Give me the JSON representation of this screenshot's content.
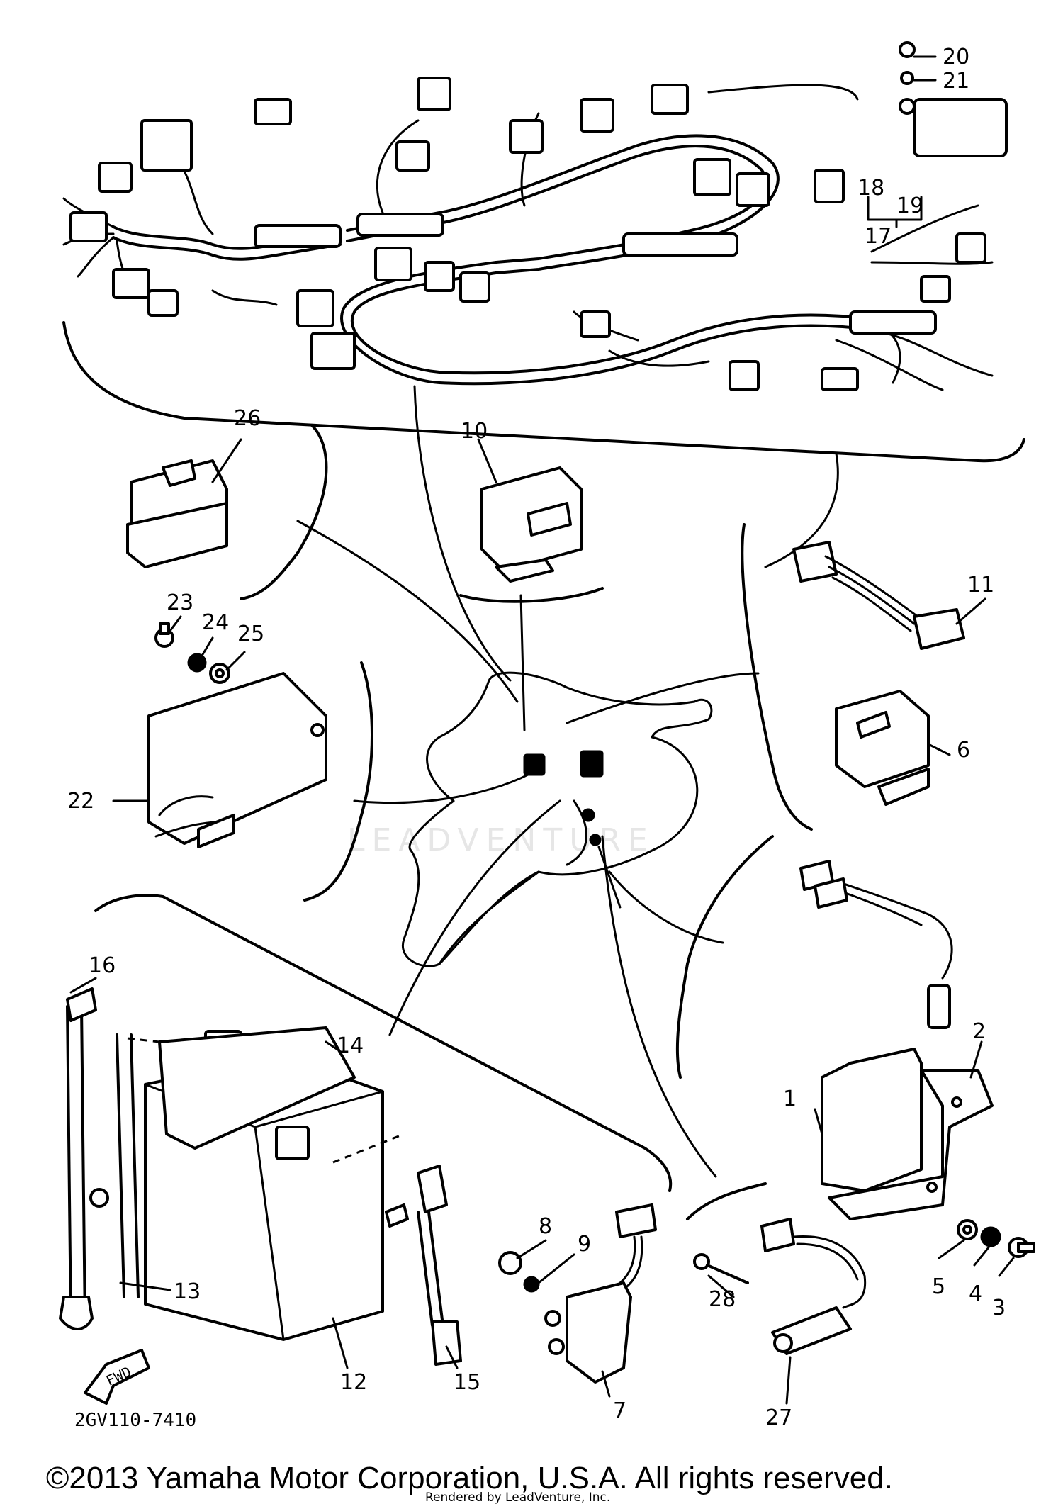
{
  "diagram": {
    "callouts": {
      "n1": "1",
      "n2": "2",
      "n3": "3",
      "n4": "4",
      "n5": "5",
      "n6": "6",
      "n7": "7",
      "n8": "8",
      "n9": "9",
      "n10": "10",
      "n11": "11",
      "n12": "12",
      "n13": "13",
      "n14": "14",
      "n15": "15",
      "n16": "16",
      "n17": "17",
      "n18": "18",
      "n19": "19",
      "n20": "20",
      "n21": "21",
      "n22": "22",
      "n23": "23",
      "n24": "24",
      "n25": "25",
      "n26": "26",
      "n27": "27",
      "n28": "28"
    },
    "fwd_label": "FWD",
    "diagram_code": "2GV110-7410",
    "watermark": "LEADVENTURE"
  },
  "footer": {
    "copyright": "©2013 Yamaha Motor Corporation, U.S.A. All rights reserved.",
    "rendered_by": "Rendered by LeadVenture, Inc."
  }
}
